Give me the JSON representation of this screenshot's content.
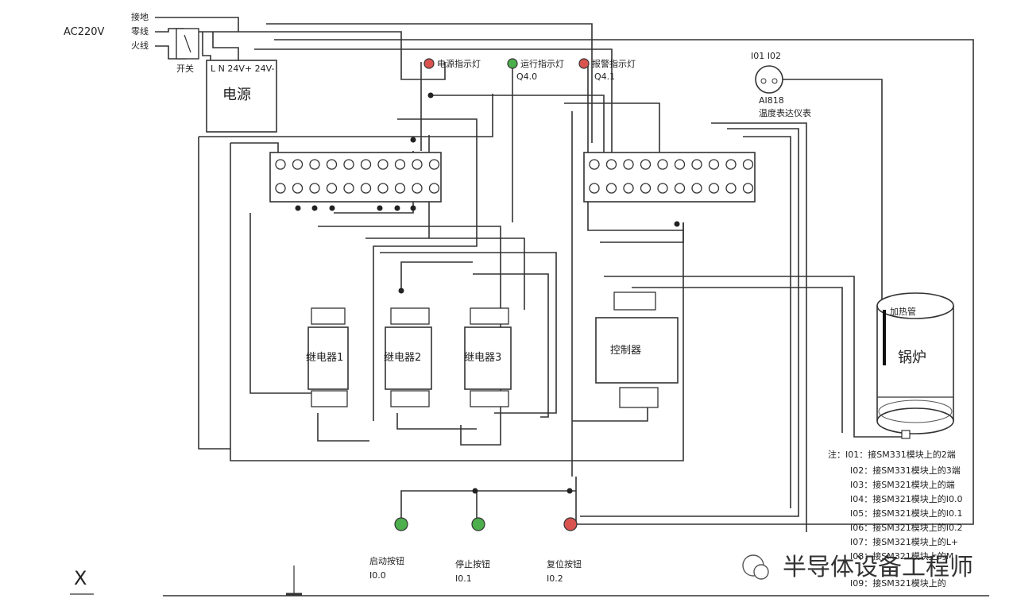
{
  "supply": {
    "voltage": "AC220V",
    "wires": [
      "接地",
      "零线",
      "火线"
    ],
    "switch_label": "开关"
  },
  "power_supply": {
    "label": "电源",
    "terminals": "L N 24V+ 24V-"
  },
  "lamps": [
    {
      "label": "电源指示灯",
      "address": "",
      "color": "#d9534f"
    },
    {
      "label": "运行指示灯",
      "address": "Q4.0",
      "color": "#4cae4c"
    },
    {
      "label": "报警指示灯",
      "address": "Q4.1",
      "color": "#d9534f"
    }
  ],
  "meter": {
    "terminals": "I01 I02",
    "model": "AI818",
    "label": "温度表达仪表"
  },
  "modules": [
    {
      "label": "继电器1"
    },
    {
      "label": "继电器2"
    },
    {
      "label": "继电器3"
    },
    {
      "label": "控制器"
    }
  ],
  "boiler": {
    "label": "锅炉",
    "sensor": "加热管"
  },
  "buttons": [
    {
      "label": "启动按钮",
      "address": "I0.0",
      "color": "#4cae4c"
    },
    {
      "label": "停止按钮",
      "address": "I0.1",
      "color": "#4cae4c"
    },
    {
      "label": "复位按钮",
      "address": "I0.2",
      "color": "#d9534f"
    }
  ],
  "notes": [
    "注：I01：接SM331模块上的2端",
    "I02：接SM331模块上的3端",
    "I03：接SM321模块上的端",
    "I04：接SM321模块上的I0.0",
    "I05：接SM321模块上的I0.1",
    "I06：接SM321模块上的I0.2",
    "I07：接SM321模块上的L+",
    "I08：接SM321模块上的M",
    "I09：接SM321模块上的"
  ],
  "watermark": "半导体设备工程师",
  "corner_mark": "X"
}
